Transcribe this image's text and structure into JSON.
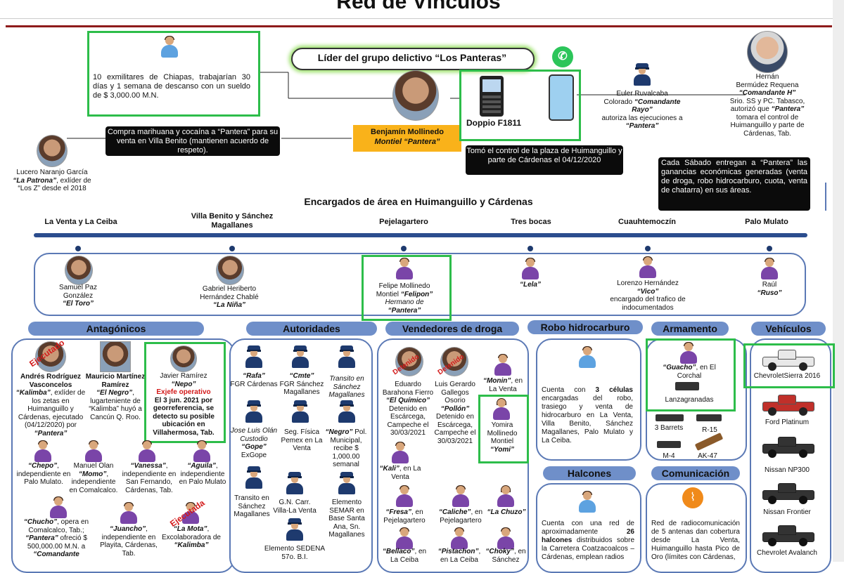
{
  "title": "Red de Vínculos",
  "leader": {
    "banner": "Líder del grupo delictivo “Los Panteras”",
    "name_line1": "Benjamín Mollinedo",
    "name_line2": "Montiel “Pantera”",
    "phone_label": "Doppio F1811",
    "took_control": "Tomó el control de la plaza de Huimanguillo y parte de Cárdenas el 04/12/2020"
  },
  "exmilitares": "10 exmilitares de Chiapas, trabajarían 30 días y 1 semana de descanso con un sueldo de $ 3,000.00 M.N.",
  "compra": "Compra marihuana y cocaína a “Pantera” para su venta en Villa Benito (mantienen acuerdo de respeto).",
  "patrona": {
    "name": "Lucero Naranjo García",
    "alias": "“La Patrona”",
    "desc": ", exlíder de “Los Z” desde el 2018"
  },
  "euler": {
    "l1": "Euler Ruvalcaba",
    "l2": "Colorado",
    "alias": "“Comandante Rayo”",
    "l3": "autoriza las ejecuciones a",
    "alias2": "“Pantera”"
  },
  "hernan": {
    "l1": "Hernán",
    "l2": "Bermúdez Requena",
    "alias": "“Comandante H”",
    "l3": "Srio. SS y PC. Tabasco, autorizó que",
    "alias2": "“Pantera”",
    "l4": "tomara el control de Huimanguillo y parte de Cárdenas, Tab."
  },
  "sabado": "Cada Sábado entregan a “Pantera” las ganancias económicas generadas (venta de droga, robo hidrocarburo, cuota, venta de chatarra) en sus áreas.",
  "area_title": "Encargados de área en Huimanguillo y Cárdenas",
  "areas": [
    "La Venta y La Ceiba",
    "Villa Benito y Sánchez Magallanes",
    "Pejelagartero",
    "Tres bocas",
    "Cuauhtemoczín",
    "Palo Mulato"
  ],
  "encargados": [
    {
      "l1": "Samuel Paz",
      "l2": "González",
      "alias": "“El Toro”"
    },
    {
      "l1": "Gabriel Heriberto",
      "l2": "Hernández Chablé",
      "alias": "“La Niña”"
    },
    {
      "l1": "Felipe Mollinedo",
      "l2": "Montiel",
      "alias": "“Felipon”",
      "l3": "Hermano de",
      "alias2": "“Pantera”"
    },
    {
      "alias": "“Lela”"
    },
    {
      "l1": "Lorenzo Hernández",
      "alias": "“Vico”",
      "l3": "encargado del trafico de indocumentados"
    },
    {
      "l1": "Raúl",
      "alias": "“Ruso”"
    }
  ],
  "sections": {
    "antagonicos": "Antagónicos",
    "autoridades": "Autoridades",
    "vendedores": "Vendedores de droga",
    "robo": "Robo hidrocarburo",
    "armamento": "Armamento",
    "vehiculos": "Vehículos",
    "halcones": "Halcones",
    "comunicacion": "Comunicación"
  },
  "antagonicos": {
    "andres": {
      "l1": "Andrés Rodríguez Vasconcelos",
      "alias": "“Kalimba”",
      "desc": ", exlíder de los zetas en Huimanguillo y Cárdenas, ejecutado (04/12/2020) por",
      "alias2": "“Pantera”",
      "tag": "Ejecutado"
    },
    "mauricio": {
      "l1": "Mauricio Martínez Ramírez",
      "alias": "“El Negro”",
      "desc": ", lugarteniente de “Kalimba” huyó a Cancún Q. Roo."
    },
    "javier": {
      "l1": "Javier Ramírez",
      "alias": "“Nepo”",
      "tag": "Exjefe operativo",
      "desc": "El 3 jun. 2021 por georreferencia, se detecto su posible ubicación en Villahermosa, Tab."
    },
    "chepo": {
      "alias": "“Chepo”",
      "desc": ", independiente en Palo Mulato."
    },
    "manuel": {
      "l1": "Manuel Olan",
      "alias": "“Momo”",
      "desc": ", independiente en Comalcalco."
    },
    "vanessa": {
      "alias": "“Vanessa”",
      "desc": ", independiente en San Fernando, Cárdenas, Tab."
    },
    "aguila": {
      "alias": "“Aguila”",
      "desc": ", independiente en Palo Mulato"
    },
    "chucho": {
      "alias": "“Chucho”",
      "desc": ", opera en Comalcalco, Tab.;",
      "alias2": "“Pantera”",
      "desc2": "ofreció $ 500,000.00 M.N. a",
      "alias3": "“Comandante"
    },
    "juancho": {
      "alias": "“Juancho”",
      "desc": ", independiente en Playita, Cárdenas, Tab."
    },
    "lamota": {
      "alias": "“La Mota”",
      "desc": ", Excolaboradora de",
      "alias2": "“Kalimba”",
      "tag": "Ejecutada"
    }
  },
  "autoridades": [
    {
      "alias": "“Rafa”",
      "desc": "FGR Cárdenas"
    },
    {
      "alias": "“Cmte”",
      "desc": "FGR Sánchez Magallanes"
    },
    {
      "desc": "Transito en Sánchez Magallanes"
    },
    {
      "l1": "Jose Luis Olán Custodio",
      "alias": "“Gope”",
      "desc": "ExGope"
    },
    {
      "desc": "Seg. Física Pemex en La Venta"
    },
    {
      "alias": "“Negro”",
      "desc": "Pol. Municipal, recibe $ 1,000.00 semanal"
    },
    {
      "desc": "Transito en Sánchez Magallanes"
    },
    {
      "desc": "G.N. Carr. Villa-La Venta"
    },
    {
      "desc": "Elemento SEMAR en Base Santa Ana, Sn. Magallanes"
    },
    {
      "desc": "Elemento SEDENA 57o. B.I."
    }
  ],
  "vendedores": {
    "eduardo": {
      "l1": "Eduardo Barahona Fierro",
      "alias": "“El Químico”",
      "desc": "Detenido en Escárcega, Campeche el 30/03/2021",
      "tag": "Detenido"
    },
    "luis": {
      "l1": "Luis Gerardo Gallegos Osorio",
      "alias": "“Pollón”",
      "desc": "Detenido en Escárcega, Campeche el 30/03/2021",
      "tag": "Detenido"
    },
    "monin": {
      "alias": "“Monin”",
      "desc": ", en La Venta"
    },
    "yomira": {
      "l1": "Yomira Mollinedo Montiel",
      "alias": "“Yomi”"
    },
    "kali": {
      "alias": "“Kali”",
      "desc": ", en La Venta"
    },
    "fresa": {
      "alias": "“Fresa”",
      "desc": ", en Pejelagartero"
    },
    "caliche": {
      "alias": "“Caliche”",
      "desc": ", en Pejelagartero"
    },
    "chuzo": {
      "alias": "“La Chuzo”"
    },
    "bellaco": {
      "alias": "“Bellaco”",
      "desc": ", en La Ceiba"
    },
    "pistachon": {
      "alias": "“Pistachon”",
      "desc": ", en La Ceiba"
    },
    "choky": {
      "alias": "“Choky”",
      "desc": ", en Sánchez"
    }
  },
  "robo": {
    "t1": "Cuenta con",
    "n": "3 células",
    "t2": "encargadas del robo, trasiego y venta de hidrocarburo en La Venta, Villa Benito, Sánchez Magallanes, Palo Mulato y La Ceiba."
  },
  "armamento": {
    "alias": "“Guacho”",
    "desc": ", en El Corchal",
    "items": [
      "Lanzagranadas",
      "3 Barrets",
      "R-15",
      "M-4",
      "AK-47"
    ]
  },
  "vehiculos": [
    "ChevroletSierra 2016",
    "Ford Platinum",
    "Nissan NP300",
    "Nissan Frontier",
    "Chevrolet Avalanch"
  ],
  "halcones": {
    "t1": "Cuenta con una red de aproximadamente",
    "n": "26 halcones",
    "t2": "distribuidos sobre la Carretera Coatzacoalcos – Cárdenas, emplean radios"
  },
  "comunicacion": "Red de radiocomunicación de 5 antenas dan cobertura desde La Venta, Huimanguillo hasta Pico de Oro (límites con Cárdenas,",
  "colors": {
    "accent_bar": "#6f8fc9",
    "green_box": "#2dbd4a",
    "dark_navy": "#1e3a6e",
    "red_line": "#8e1b1b"
  }
}
